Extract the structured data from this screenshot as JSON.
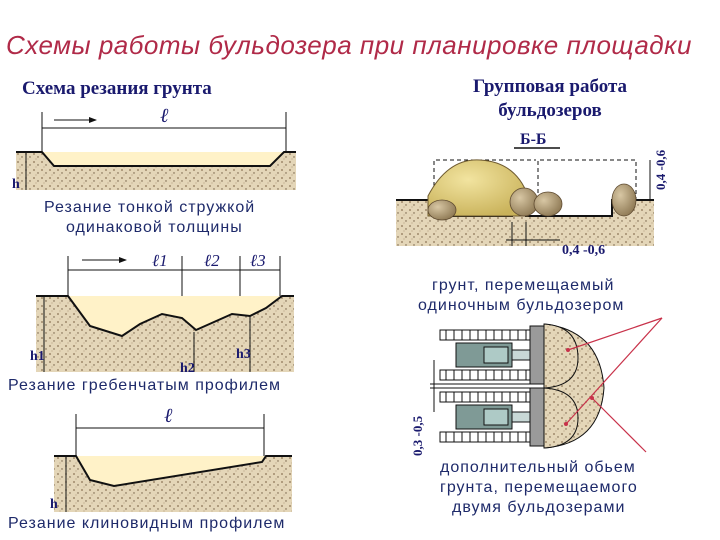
{
  "title": "Схемы работы бульдозера при планировке площадки",
  "left": {
    "heading": "Схема резания грунта",
    "scheme1": {
      "caption_line1": "Резание тонкой стружкой",
      "caption_line2": "одинаковой толщины",
      "length": "ℓ",
      "height": "h"
    },
    "scheme2": {
      "caption": "Резание гребенчатым профилем",
      "l1": "ℓ1",
      "l2": "ℓ2",
      "l3": "ℓ3",
      "h1": "h1",
      "h2": "h2",
      "h3": "h3"
    },
    "scheme3": {
      "caption": "Резание клиновидным профилем",
      "length": "ℓ",
      "height": "h"
    }
  },
  "right": {
    "heading_line1": "Групповая работа",
    "heading_line2": "бульдозеров",
    "section": "Б-Б",
    "dim_vertical": "0,4 -0,6",
    "dim_horizontal": "0,4 -0,6",
    "dim_gap": "0,3 -0,5",
    "caption_single_line1": "грунт, перемещаемый",
    "caption_single_line2": "одиночным бульдозером",
    "caption_double_line1": "дополнительный обьем",
    "caption_double_line2": "грунта, перемещаемого",
    "caption_double_line3": "двумя бульдозерами"
  },
  "colors": {
    "title": "#b02a48",
    "heading": "#1a1a6e",
    "soil": "#e4d6b8",
    "cut": "#fff2c8",
    "pile": "#e6d37a",
    "leader": "#c8324a"
  }
}
